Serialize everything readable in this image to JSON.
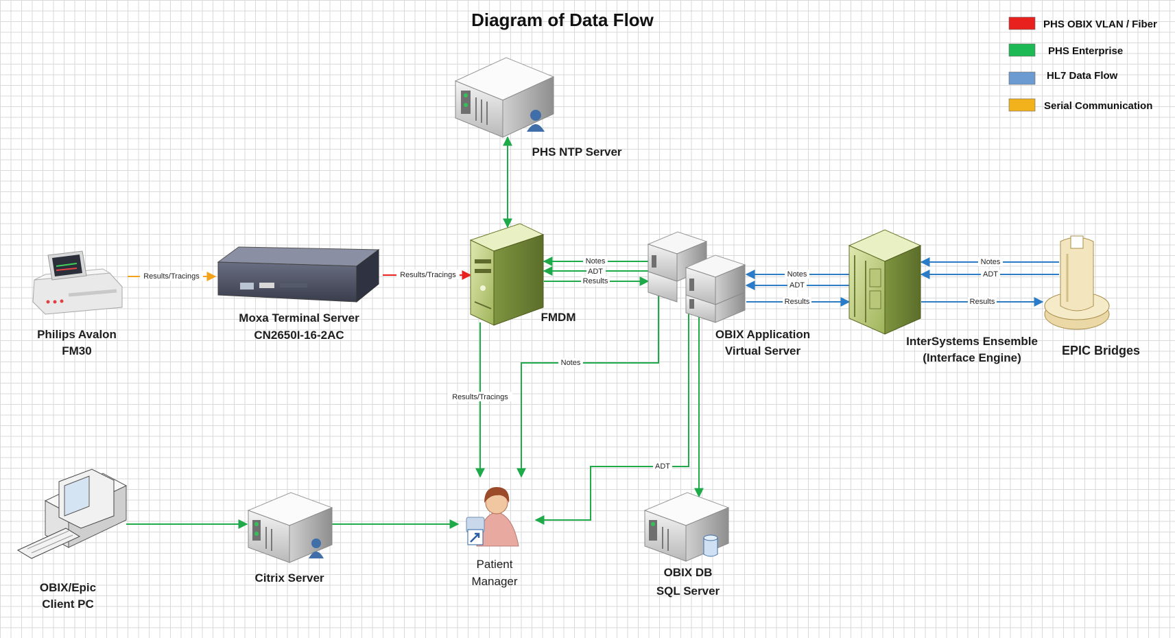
{
  "title": "Diagram of Data Flow",
  "legend": [
    {
      "label": "PHS OBIX VLAN / Fiber",
      "color": "#e8201e"
    },
    {
      "label": "PHS Enterprise",
      "color": "#1db954"
    },
    {
      "label": "HL7 Data Flow",
      "color": "#6c9bd2"
    },
    {
      "label": "Serial Communication",
      "color": "#f2b21c"
    }
  ],
  "nodes": {
    "philips": {
      "line1": "Philips Avalon",
      "line2": "FM30",
      "icon": "fetal-monitor-icon"
    },
    "moxa": {
      "line1": "Moxa Terminal Server",
      "line2": "CN2650I-16-2AC",
      "icon": "terminal-server-icon"
    },
    "ntp": {
      "line1": "PHS NTP Server",
      "icon": "server-user-icon"
    },
    "fmdm": {
      "line1": "FMDM",
      "icon": "tower-server-icon"
    },
    "obix_app": {
      "line1": "OBIX Application",
      "line2": "Virtual Server",
      "icon": "server-cluster-icon"
    },
    "ensemble": {
      "line1": "InterSystems Ensemble",
      "line2": "(Interface Engine)",
      "icon": "rack-server-icon"
    },
    "epic": {
      "line1": "EPIC Bridges",
      "icon": "bridge-tower-icon"
    },
    "client_pc": {
      "line1": "OBIX/Epic",
      "line2": "Client PC",
      "icon": "computer-icon"
    },
    "citrix": {
      "line1": "Citrix Server",
      "icon": "server-user-icon"
    },
    "patient_mgr": {
      "line1": "Patient",
      "line2": "Manager",
      "icon": "user-shortcut-icon"
    },
    "obix_db": {
      "line1": "OBIX DB",
      "line2": "SQL Server",
      "icon": "server-database-icon"
    }
  },
  "edge_labels": {
    "philips_moxa": "Results/Tracings",
    "moxa_fmdm": "Results/Tracings",
    "obix_fmdm_notes": "Notes",
    "obix_fmdm_adt": "ADT",
    "fmdm_obix_results": "Results",
    "ens_obix_notes": "Notes",
    "ens_obix_adt": "ADT",
    "obix_ens_results": "Results",
    "epic_ens_notes": "Notes",
    "epic_ens_adt": "ADT",
    "ens_epic_results": "Results",
    "obix_pm_notes": "Notes",
    "fmdm_pm_results": "Results/Tracings",
    "obix_pm_adt": "ADT"
  },
  "colors": {
    "green": "#1faa4a",
    "blue": "#2b7cc7",
    "red": "#e8201e",
    "orange": "#f5a21b"
  }
}
